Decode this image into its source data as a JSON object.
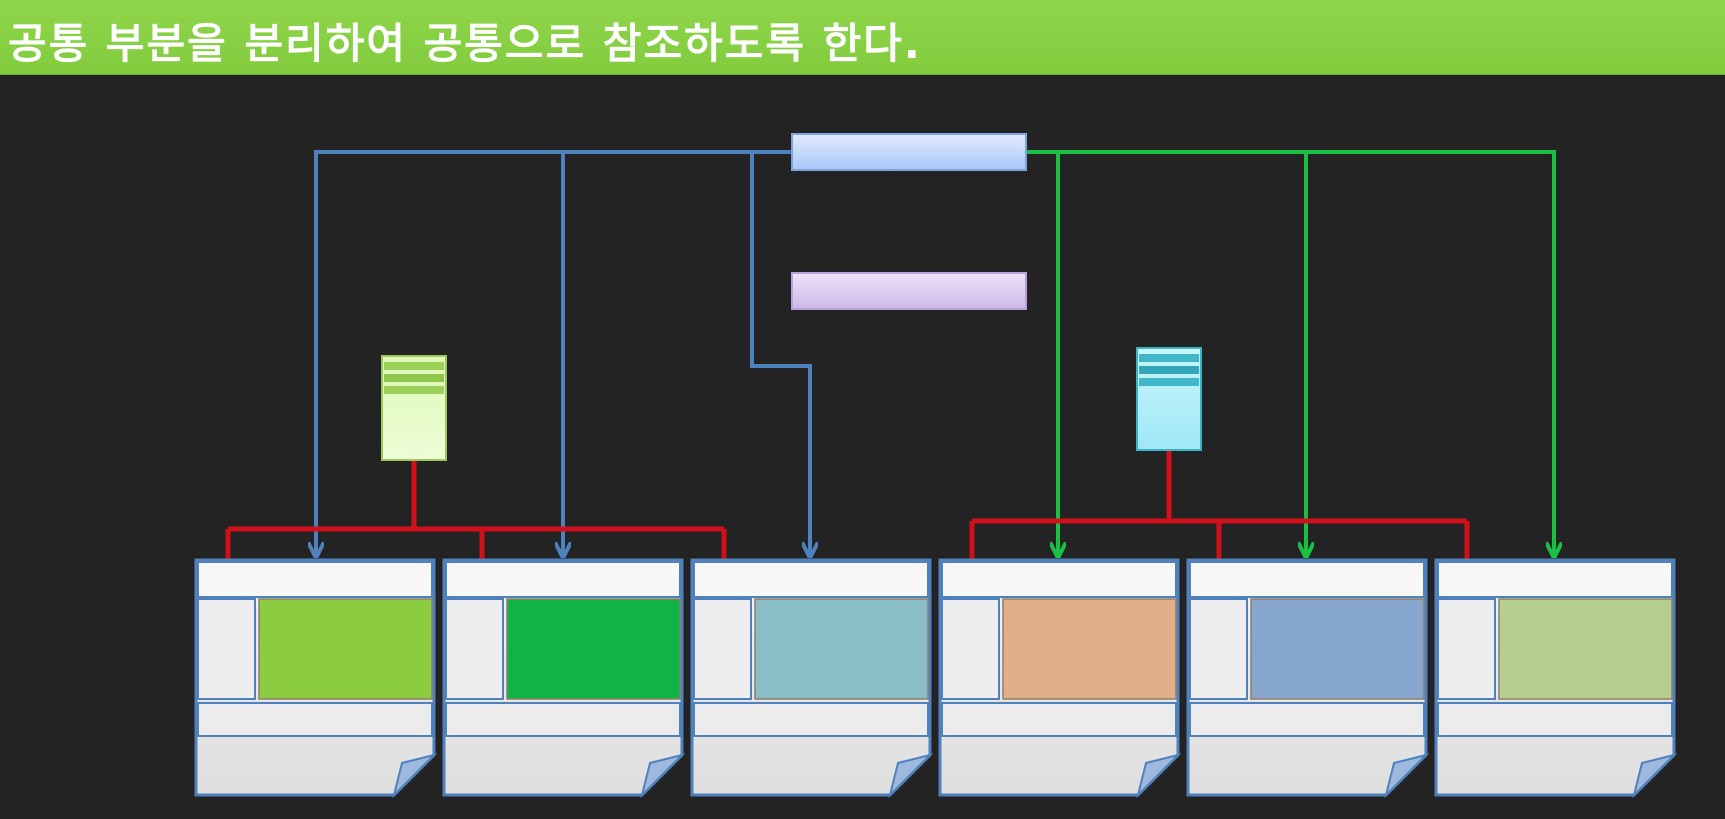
{
  "title": "공통 부분을 분리하여 공통으로 참조하도록 한다.",
  "colors": {
    "title_bar": "#8bd247",
    "background": "#232323",
    "blue_line": "#4f81bd",
    "green_line": "#1bbf45",
    "red_line": "#d0101a",
    "page_border": "#4f81bd"
  },
  "shared_components": [
    {
      "name": "header-bar",
      "fill": "#c5d9fb"
    },
    {
      "name": "footer-bar",
      "fill": "#dccdf0"
    },
    {
      "name": "green-side-menu",
      "fill": "#d9f7ae"
    },
    {
      "name": "cyan-side-menu",
      "fill": "#aef1fb"
    }
  ],
  "pages": [
    {
      "content_color": "#8ccc40"
    },
    {
      "content_color": "#10b445"
    },
    {
      "content_color": "#8abec7"
    },
    {
      "content_color": "#e1b088"
    },
    {
      "content_color": "#87a7cf"
    },
    {
      "content_color": "#b6cf90"
    }
  ]
}
